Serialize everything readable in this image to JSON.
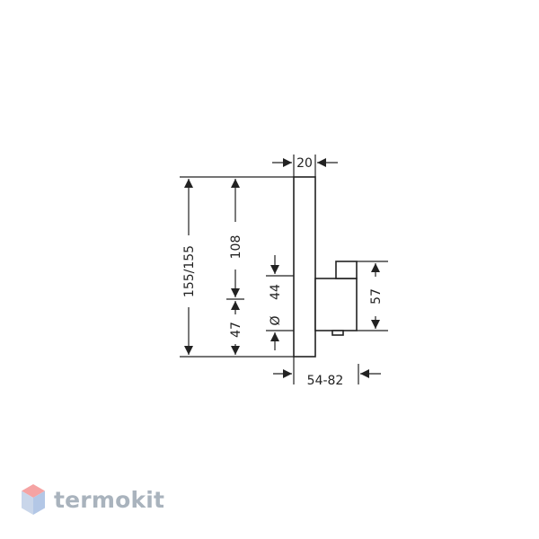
{
  "drawing": {
    "dimensions": {
      "plate_thickness": "20",
      "total_height": "155/155",
      "upper_height": "108",
      "lower_height": "47",
      "diameter_symbol": "Ø",
      "diameter": "44",
      "body_height": "57",
      "depth_range": "54-82"
    }
  },
  "watermark": {
    "text": "termokit",
    "colors": {
      "logo_top": "#f5a3a3",
      "logo_bottom": "#b3c7e6",
      "text": "#a9b3bd"
    }
  }
}
